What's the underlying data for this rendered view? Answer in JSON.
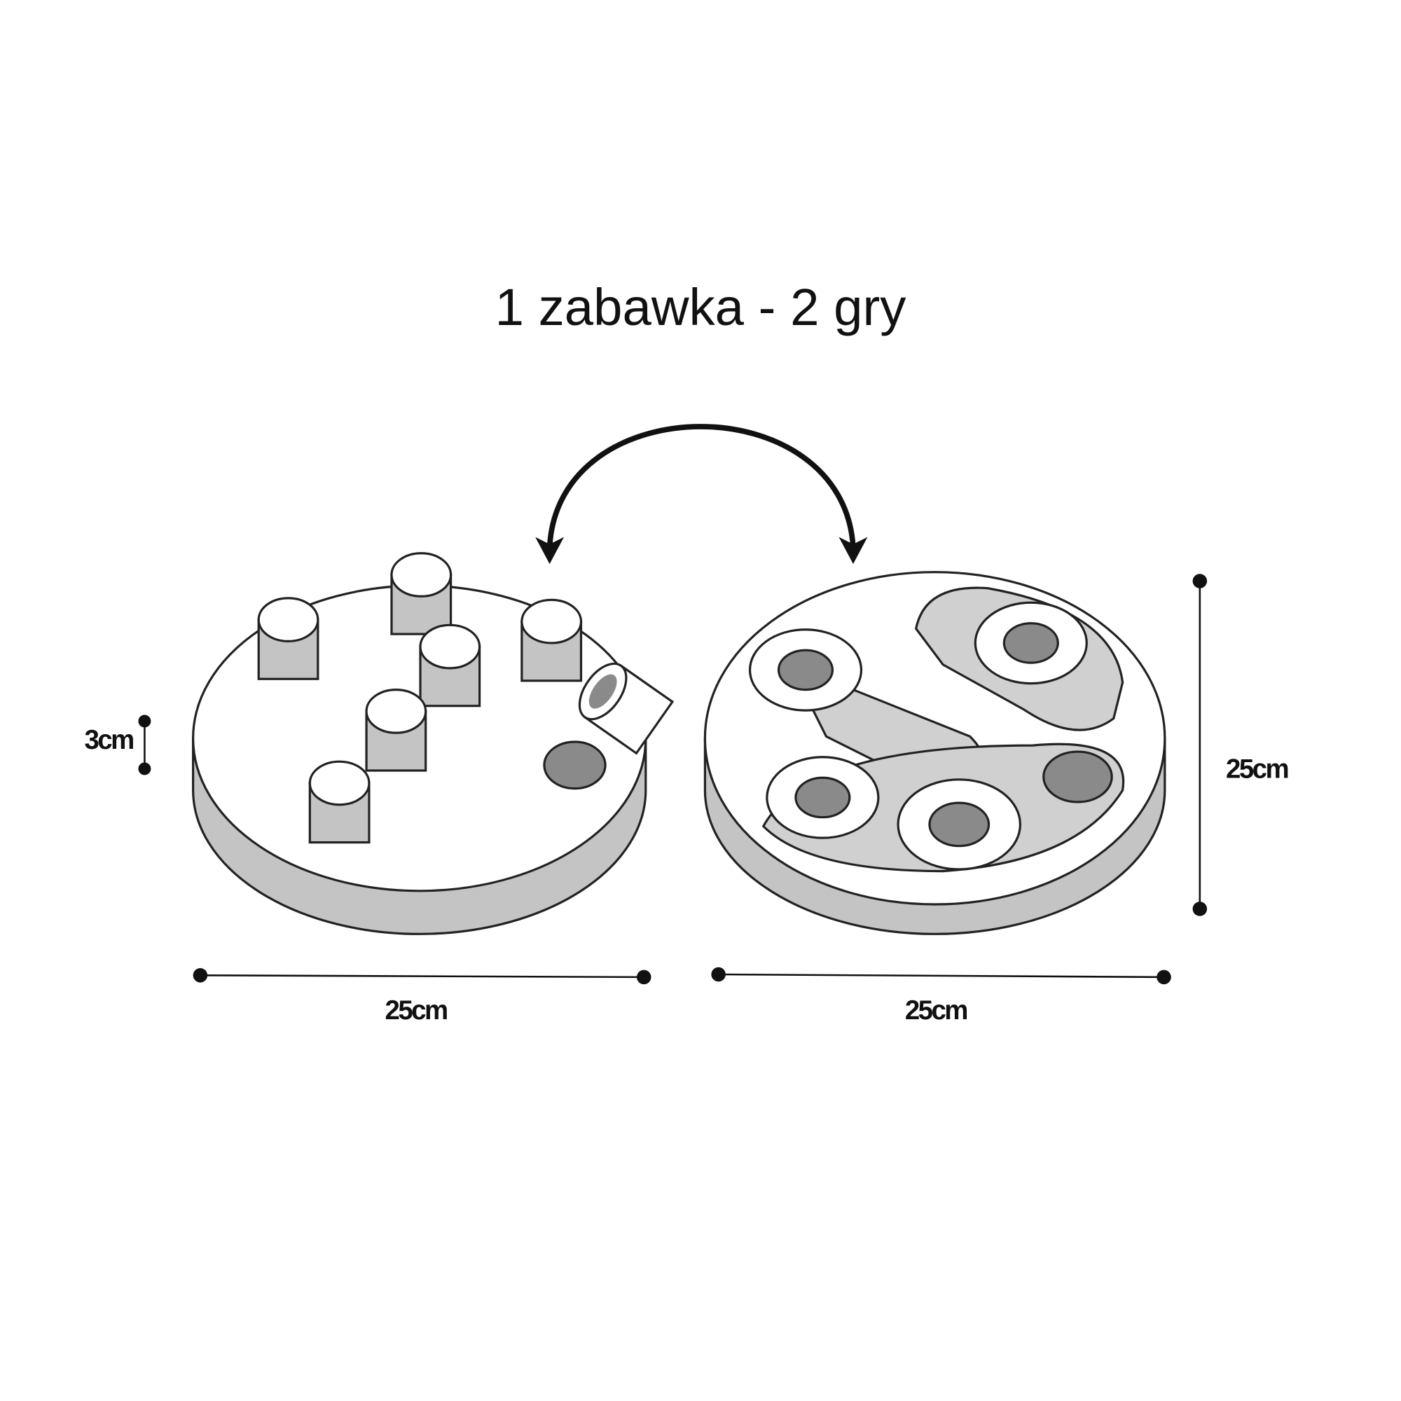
{
  "title": "1 zabawka - 2 gry",
  "dimensions": {
    "height_left": "3cm",
    "width_left": "25cm",
    "width_right": "25cm",
    "depth_right": "25cm"
  },
  "colors": {
    "side": "#c4c4c4",
    "top": "#ffffff",
    "hole": "#8a8a8a",
    "groove": "#d0d0d0"
  }
}
